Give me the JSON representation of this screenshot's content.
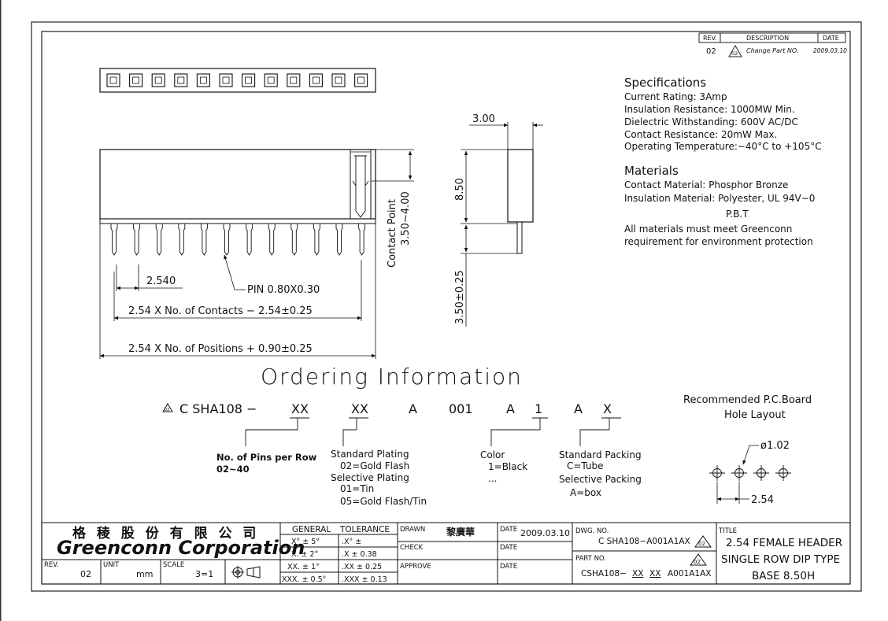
{
  "revision_block": {
    "rev_header": "REV.",
    "description_header": "DESCRIPTION",
    "date_header": "DATE",
    "rev": "02",
    "rev_marker": "02",
    "description": "Change Part NO.",
    "date": "2009.03.10"
  },
  "specifications": {
    "title": "Specifications",
    "lines": [
      "Current Rating:   3Amp",
      "Insulation Resistance: 1000MW Min.",
      "Dielectric Withstanding:  600V AC/DC",
      "Contact Resistance:   20mW Max.",
      "Operating Temperature:−40°C to +105°C"
    ]
  },
  "materials": {
    "title": "Materials",
    "lines": [
      "Contact Material: Phosphor Bronze",
      "Insulation Material: Polyester, UL 94V−0",
      "P.B.T",
      "All materials must meet Greenconn",
      "requirement for environment protection"
    ]
  },
  "front_view": {
    "pitch_dim": "2.540",
    "pin_label": "PIN 0.80X0.30",
    "contacts_dim": "2.54 X No. of Contacts − 2.54±0.25",
    "positions_dim": "2.54 X No. of Positions + 0.90±0.25",
    "contact_point_label": "Contact Point",
    "contact_point_dim": "3.50~4.00"
  },
  "side_view": {
    "width_dim": "3.00",
    "height_dim": "8.50",
    "tail_dim": "3.50±0.25"
  },
  "ordering": {
    "title": "Ordering Information",
    "marker": "02",
    "code_parts": [
      "C SHA108 −",
      "XX",
      "XX",
      "A",
      "001",
      "A",
      "1",
      "A",
      "X"
    ],
    "pins_title": "No. of Pins per Row",
    "pins_range": "02~40",
    "plating_lines": [
      "Standard  Plating",
      "02=Gold Flash",
      "Selective  Plating",
      "01=Tin",
      "05=Gold Flash/Tin"
    ],
    "color_lines": [
      "Color",
      "1=Black",
      "..."
    ],
    "packing_lines": [
      "Standard  Packing",
      "C=Tube",
      "Selective Packing",
      "A=box"
    ]
  },
  "pcb_layout": {
    "title_line1": "Recommended  P.C.Board",
    "title_line2": "Hole Layout",
    "hole_dim": "ø1.02",
    "pitch_dim": "2.54"
  },
  "title_block": {
    "company_cn": "格 稜 股 份 有 限 公 司",
    "company_en": "Greenconn Corporation",
    "rev_label": "REV.",
    "rev_value": "02",
    "unit_label": "UNIT",
    "unit_value": "mm",
    "scale_label": "SCALE",
    "scale_value": "3=1",
    "tolerance_header_a": "GENERAL",
    "tolerance_header_b": "TOLERANCE",
    "tolerances_left": [
      "X° ± 5°",
      "X. ± 2°",
      "XX. ± 1°",
      "XXX. ± 0.5°"
    ],
    "tolerances_right": [
      ".X°  ±",
      ".X    ± 0.38",
      ".XX   ± 0.25",
      ".XXX  ± 0.13"
    ],
    "drawn_label": "DRAWN",
    "drawn_by": "黎廣華",
    "check_label": "CHECK",
    "approve_label": "APPROVE",
    "date_label": "DATE",
    "drawn_date": "2009.03.10",
    "dwg_label": "DWG. NO.",
    "dwg_no": "C SHA108−A001A1AX",
    "dwg_marker": "02",
    "part_label": "PART NO.",
    "part_marker": "02",
    "part_no_prefix": "CSHA108−",
    "part_no_xx1": "XX",
    "part_no_xx2": "XX",
    "part_no_suffix": "A001A1AX",
    "title_label": "TITLE",
    "title_lines": [
      "2.54 FEMALE HEADER",
      "SINGLE ROW DIP TYPE",
      "BASE 8.50H"
    ]
  }
}
